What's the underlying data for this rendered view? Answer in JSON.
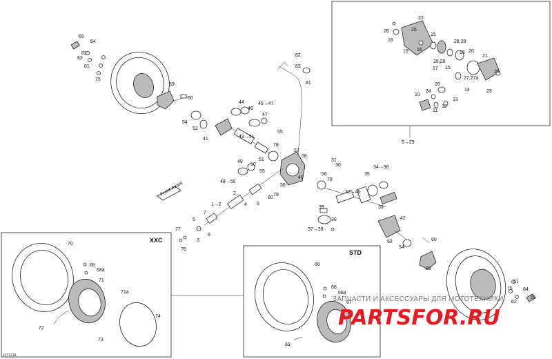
{
  "colors": {
    "line": "#222222",
    "watermark_red": "#e51b24",
    "watermark_grey": "#777777"
  },
  "insets": {
    "xxc_title": "XXC",
    "std_title": "STD"
  },
  "front_sign": "Front Avant",
  "watermark": {
    "caption": "ЗАПЧАСТИ И АКСЕССУАРЫ ДЛЯ МОТОТЕХНИКИ",
    "logo": "PARTSFOR.RU"
  },
  "footer_code": "1271214",
  "labels": {
    "main": [
      "65",
      "64",
      "63",
      "62",
      "61",
      "75",
      "82",
      "83",
      "81",
      "59",
      "60",
      "44",
      "46",
      "45→47",
      "47",
      "54",
      "52",
      "41",
      "43→51",
      "55",
      "78",
      "57",
      "58",
      "51",
      "49",
      "50",
      "48→50",
      "55",
      "31",
      "30",
      "56",
      "40",
      "78",
      "56",
      "79",
      "80",
      "3",
      "4",
      "1→2",
      "2",
      "7",
      "5",
      "6",
      "77",
      "3",
      "76",
      "34→36",
      "35",
      "33",
      "32→40",
      "39",
      "38",
      "37→39",
      "42",
      "52",
      "60",
      "54",
      "59",
      "9→29"
    ],
    "detail": [
      "22",
      "26",
      "25",
      "18",
      "19",
      "16",
      "15",
      "28,29",
      "28,29",
      "17",
      "15",
      "16",
      "20",
      "21",
      "25",
      "27,27a",
      "14",
      "23",
      "26",
      "24",
      "10",
      "11",
      "12",
      "13"
    ],
    "xxc": [
      "70",
      "68",
      "68a",
      "71",
      "71a",
      "72",
      "73",
      "74"
    ],
    "std": [
      "66",
      "68",
      "68a",
      "67",
      "69"
    ],
    "rear_right": [
      "75",
      "61",
      "62",
      "64",
      "65"
    ]
  }
}
